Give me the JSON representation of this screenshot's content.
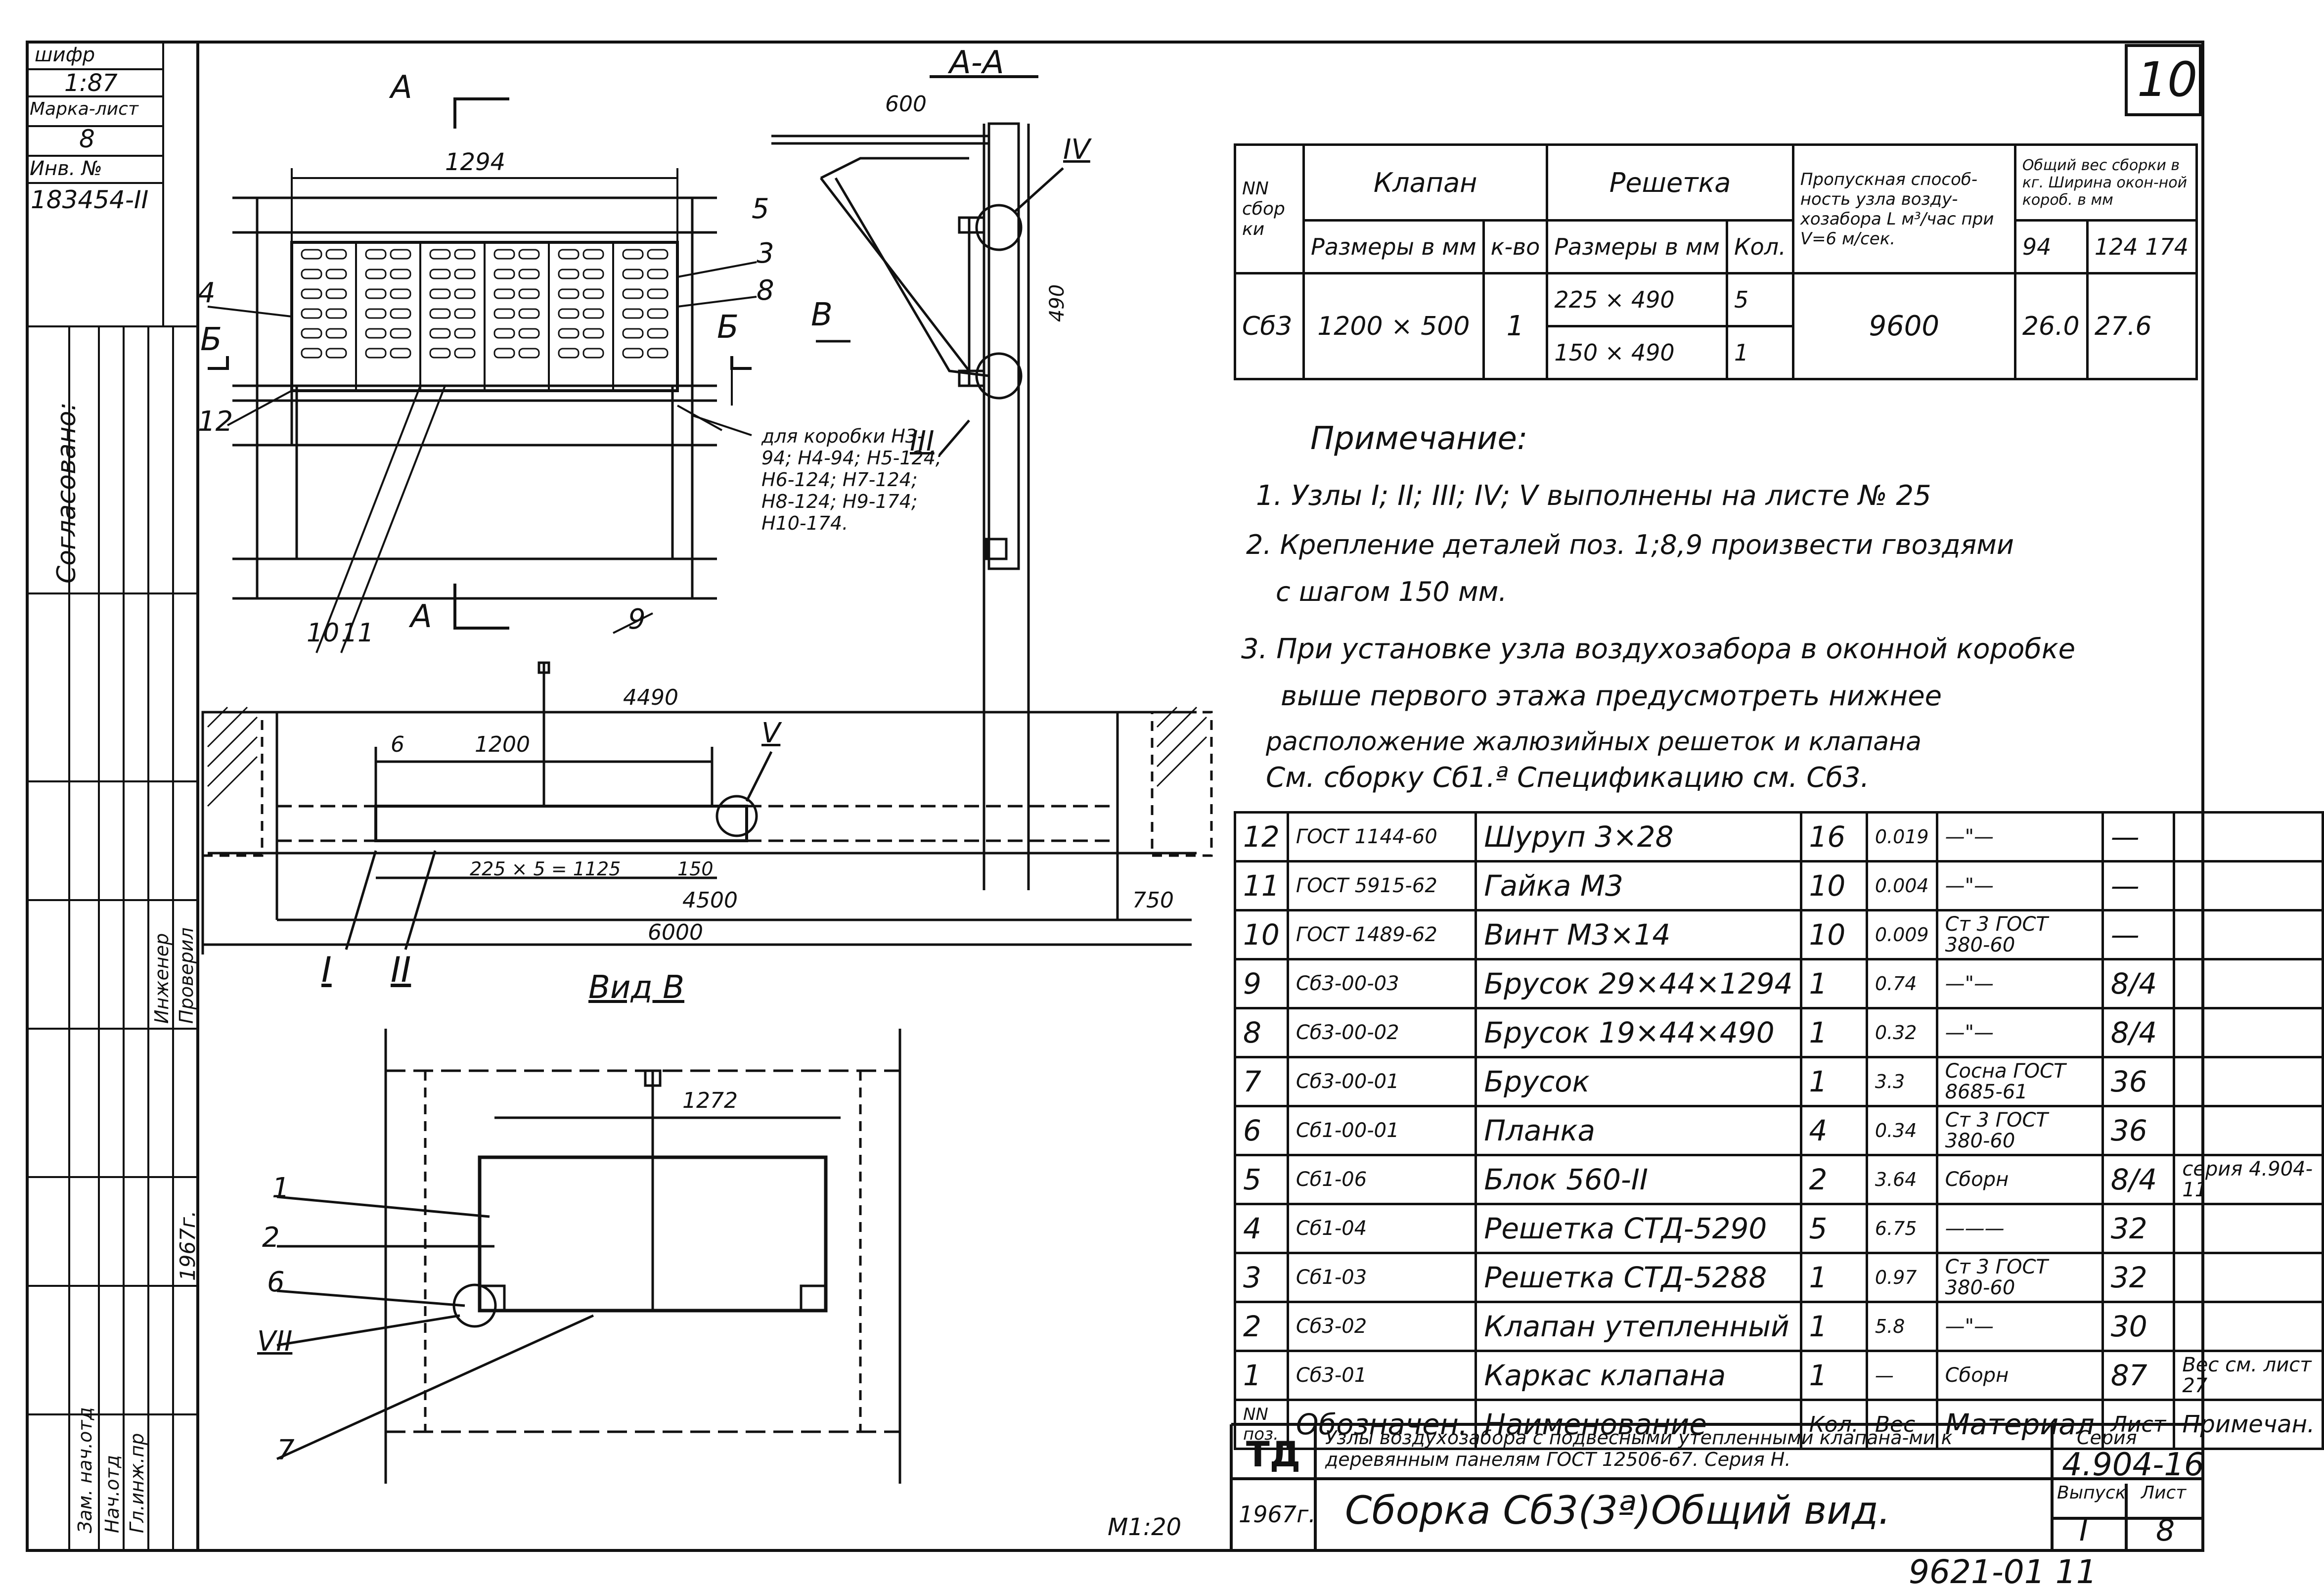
{
  "sheet_number": "10",
  "left_stamp": {
    "code": "шифр",
    "year": "1:87",
    "mark_sheet_label": "Марка-лист",
    "mark_sheet_value": "8",
    "inv_label": "Инв. №",
    "inv_value": "183454-II",
    "agreed": "Согласовано:",
    "entries": [
      "Зам. нач.отд",
      "Нач.отд",
      "Гл.инж.пр",
      "Инженер",
      "Проверил"
    ],
    "year_1967": "1967г."
  },
  "header_table": {
    "col_no": "NN сбор ки",
    "valve": "Клапан",
    "grille": "Решетка",
    "throughput": "Пропускная способ-ность узла возду-хозабора L м³/час при V=6 м/сек.",
    "weight": "Общий вес сборки в кг. Ширина окон-ной короб. в мм",
    "valve_dims": "Размеры в мм",
    "valve_qty": "к-во",
    "grille_dims": "Размеры в мм",
    "grille_qty": "Кол.",
    "w94": "94",
    "w124": "124 174",
    "row_id": "Сб3",
    "row_valve": "1200 × 500",
    "row_valve_qty": "1",
    "row_grille1": "225 × 490",
    "row_grille1_qty": "5",
    "row_grille2": "150 × 490",
    "row_grille2_qty": "1",
    "row_flow": "9600",
    "row_w1": "26.0",
    "row_w2": "27.6"
  },
  "notes": {
    "title": "Примечание:",
    "n1": "1. Узлы I; II; III; IV; V выполнены на листе № 25",
    "n2": "2. Крепление деталей поз. 1;8,9 произвести гвоздями",
    "n2b": "с шагом 150 мм.",
    "n3": "3. При установке узла воздухозабора в оконной коробке",
    "n3b": "выше первого этажа предусмотреть нижнее",
    "n3c": "расположение жалюзийных решеток и клапана",
    "n3d": "См. сборку Сб1.ª Спецификацию см. Сб3."
  },
  "spec_rows": [
    {
      "pos": "12",
      "code": "ГОСТ 1144-60",
      "name": "Шуруп 3×28",
      "qty": "16",
      "wt": "0.019",
      "mat": "—\"—",
      "sheet": "—",
      "note": ""
    },
    {
      "pos": "11",
      "code": "ГОСТ 5915-62",
      "name": "Гайка М3",
      "qty": "10",
      "wt": "0.004",
      "mat": "—\"—",
      "sheet": "—",
      "note": ""
    },
    {
      "pos": "10",
      "code": "ГОСТ 1489-62",
      "name": "Винт М3×14",
      "qty": "10",
      "wt": "0.009",
      "mat": "Ст 3 ГОСТ 380-60",
      "sheet": "—",
      "note": ""
    },
    {
      "pos": "9",
      "code": "Сб3-00-03",
      "name": "Брусок 29×44×1294",
      "qty": "1",
      "wt": "0.74",
      "mat": "—\"—",
      "sheet": "8/4",
      "note": ""
    },
    {
      "pos": "8",
      "code": "Сб3-00-02",
      "name": "Брусок 19×44×490",
      "qty": "1",
      "wt": "0.32",
      "mat": "—\"—",
      "sheet": "8/4",
      "note": ""
    },
    {
      "pos": "7",
      "code": "Сб3-00-01",
      "name": "Брусок",
      "qty": "1",
      "wt": "3.3",
      "mat": "Сосна ГОСТ 8685-61",
      "sheet": "36",
      "note": ""
    },
    {
      "pos": "6",
      "code": "Сб1-00-01",
      "name": "Планка",
      "qty": "4",
      "wt": "0.34",
      "mat": "Ст 3 ГОСТ 380-60",
      "sheet": "36",
      "note": ""
    },
    {
      "pos": "5",
      "code": "Сб1-06",
      "name": "Блок 560-II",
      "qty": "2",
      "wt": "3.64",
      "mat": "Сборн",
      "sheet": "8/4",
      "note": "серия 4.904-11"
    },
    {
      "pos": "4",
      "code": "Сб1-04",
      "name": "Решетка СТД-5290",
      "qty": "5",
      "wt": "6.75",
      "mat": "———",
      "sheet": "32",
      "note": ""
    },
    {
      "pos": "3",
      "code": "Сб1-03",
      "name": "Решетка СТД-5288",
      "qty": "1",
      "wt": "0.97",
      "mat": "Ст 3 ГОСТ 380-60",
      "sheet": "32",
      "note": ""
    },
    {
      "pos": "2",
      "code": "Сб3-02",
      "name": "Клапан утепленный",
      "qty": "1",
      "wt": "5.8",
      "mat": "—\"—",
      "sheet": "30",
      "note": ""
    },
    {
      "pos": "1",
      "code": "Сб3-01",
      "name": "Каркас клапана",
      "qty": "1",
      "wt": "—",
      "mat": "Сборн",
      "sheet": "87",
      "note": "Вес см. лист 27"
    }
  ],
  "spec_header": {
    "pos": "NN поз.",
    "code": "Обозначен.",
    "name": "Наименование",
    "qty": "Кол.",
    "wt": "Вес",
    "mat": "Материал",
    "sheet": "Лист",
    "note": "Примечан."
  },
  "title_block": {
    "td": "ТД",
    "desc": "Узлы воздухозабора с подвесными утепленными клапана-ми к деревянным панелям ГОСТ 12506-67. Серия Н.",
    "series_label": "Серия",
    "series": "4.904-16",
    "year": "1967г.",
    "title": "Сборка Сб3(3ª)Общий вид.",
    "issue_label": "Выпуск",
    "issue": "I",
    "sheet_label": "Лист",
    "sheet": "8"
  },
  "drawing_labels": {
    "sec_a": "А",
    "sec_aa": "А-А",
    "sec_b": "Б",
    "arrow_v": "В",
    "view_v": "Вид В",
    "d1294": "1294",
    "d600": "600",
    "d4490": "4490",
    "d1200": "1200",
    "d6": "6",
    "d225": "225 × 5 = 1125",
    "d150": "150",
    "d4500": "4500",
    "d750": "750",
    "d6000": "6000",
    "d1272": "1272",
    "d490": "490",
    "box_note": "для коробки Н3-94; Н4-94; Н5-124; Н6-124; Н7-124; Н8-124; Н9-174; Н10-174.",
    "scale": "М1:20",
    "r1": "I",
    "r2": "II",
    "r3": "III",
    "r4": "IV",
    "r5": "V",
    "r7": "VII",
    "p1": "1",
    "p2": "2",
    "p3": "3",
    "p4": "4",
    "p5": "5",
    "p6": "6",
    "p7": "7",
    "p8": "8",
    "p9": "9",
    "p10": "10",
    "p11": "11",
    "p12": "12"
  },
  "bottom_stamp": "9621-01   11"
}
